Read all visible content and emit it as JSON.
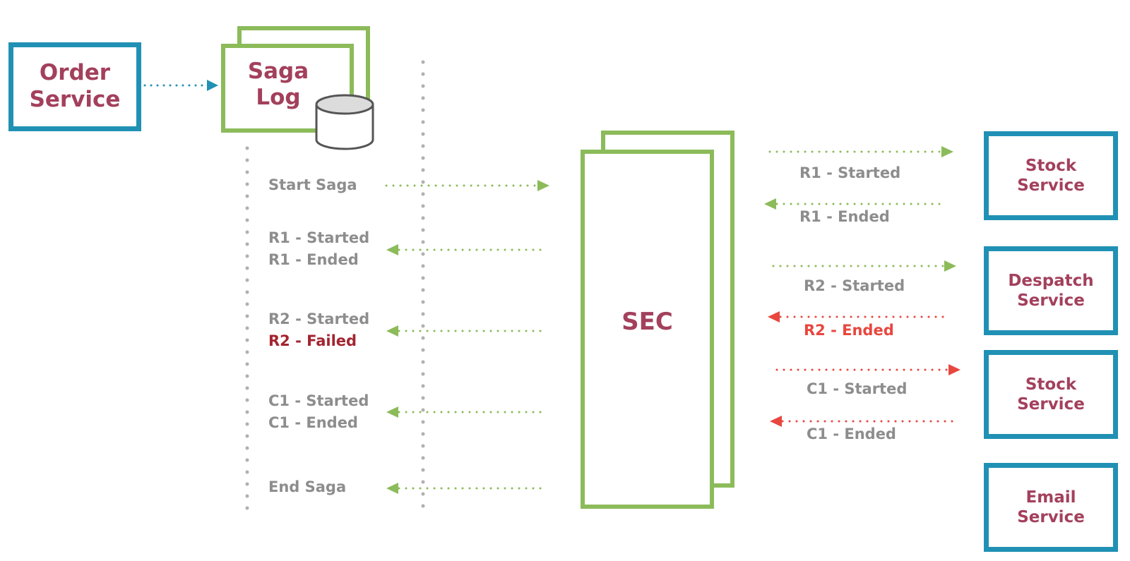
{
  "colors": {
    "service_border": "#2091b4",
    "service_text": "#a3405c",
    "saga_green": "#8cbb5a",
    "label_gray": "#8d8d8d",
    "failed_dark_red": "#a32430",
    "compensation_red": "#e8473f",
    "guide_dots": "#b0b0b0"
  },
  "order_service": {
    "label": "Order\nService"
  },
  "saga_log": {
    "label": "Saga\nLog",
    "icon": "database-cylinder-icon"
  },
  "sec": {
    "label": "SEC"
  },
  "log_entries": [
    {
      "lines": [
        "Start Saga"
      ],
      "direction": "to-sec",
      "color": "green"
    },
    {
      "lines": [
        "R1 - Started",
        "R1 - Ended"
      ],
      "direction": "to-log",
      "color": "green"
    },
    {
      "lines": [
        "R2 - Started",
        "R2 - Failed"
      ],
      "failed_line": 1,
      "direction": "to-log",
      "color": "green"
    },
    {
      "lines": [
        "C1 - Started",
        "C1 - Ended"
      ],
      "direction": "to-log",
      "color": "green"
    },
    {
      "lines": [
        "End Saga"
      ],
      "direction": "to-log",
      "color": "green"
    }
  ],
  "services": [
    {
      "label": "Stock\nService"
    },
    {
      "label": "Despatch\nService"
    },
    {
      "label": "Stock\nService"
    },
    {
      "label": "Email\nService"
    }
  ],
  "service_messages": [
    {
      "text": "R1 - Started",
      "direction": "to-service",
      "color": "green"
    },
    {
      "text": "R1 - Ended",
      "direction": "to-sec",
      "color": "green"
    },
    {
      "text": "R2 - Started",
      "direction": "to-service",
      "color": "green"
    },
    {
      "text": "R2 - Ended",
      "direction": "to-sec",
      "color": "red"
    },
    {
      "text": "C1 - Started",
      "direction": "to-service",
      "color": "red"
    },
    {
      "text": "C1 - Ended",
      "direction": "to-sec",
      "color": "red"
    }
  ]
}
